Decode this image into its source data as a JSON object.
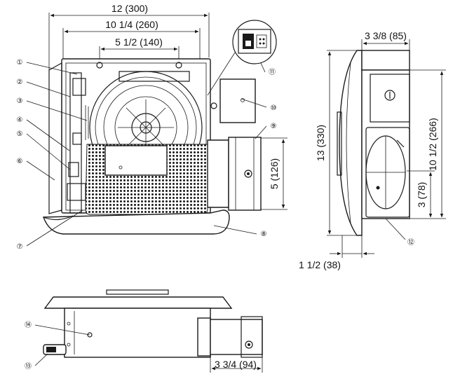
{
  "dimensions": {
    "overall_width": "12 (300)",
    "inner_width": "10 1/4 (260)",
    "hanger_spacing": "5 1/2 (140)",
    "side_top_depth": "3 3/8 (85)",
    "side_total_height": "13 (330)",
    "side_body_height": "10 1/2 (266)",
    "duct_height": "5 (126)",
    "duct_offset": "3 (78)",
    "grille_depth": "1 1/2 (38)",
    "duct_length": "3 3/4 (94)"
  },
  "callouts": [
    "①",
    "②",
    "③",
    "④",
    "⑤",
    "⑥",
    "⑦",
    "⑧",
    "⑨",
    "⑩",
    "⑪",
    "⑫",
    "⑬",
    "⑭"
  ]
}
